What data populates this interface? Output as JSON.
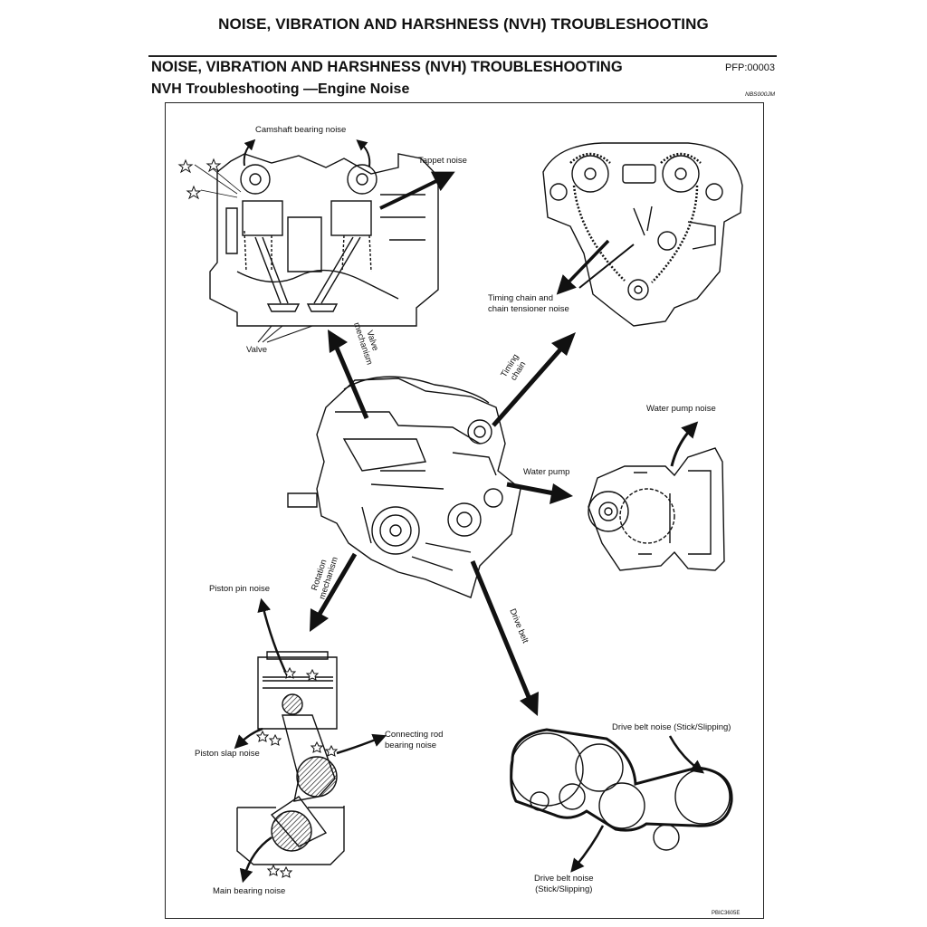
{
  "header": {
    "page_title": "NOISE, VIBRATION AND HARSHNESS (NVH) TROUBLESHOOTING",
    "section_title": "NOISE, VIBRATION AND HARSHNESS (NVH) TROUBLESHOOTING",
    "pfp_code": "PFP:00003",
    "subsection_title": "NVH Troubleshooting —Engine Noise",
    "ref_code": "NBS000JM"
  },
  "labels": {
    "camshaft": "Camshaft bearing noise",
    "tappet": "Tappet noise",
    "valve": "Valve",
    "valve_mech_1": "Valve",
    "valve_mech_2": "mechanism",
    "timing_1": "Timing",
    "timing_2": "chain",
    "timing_chain_noise_1": "Timing chain and",
    "timing_chain_noise_2": "chain tensioner noise",
    "water_pump_noise": "Water pump noise",
    "water_pump": "Water pump",
    "rotation_1": "Rotation",
    "rotation_2": "mechanism",
    "piston_pin": "Piston pin noise",
    "piston_slap": "Piston slap noise",
    "conrod_1": "Connecting rod",
    "conrod_2": "bearing noise",
    "main_bearing": "Main bearing noise",
    "drive_belt": "Drive belt",
    "belt_noise_top": "Drive belt noise (Stick/Slipping)",
    "belt_noise_bottom_1": "Drive belt noise",
    "belt_noise_bottom_2": "(Stick/Slipping)"
  },
  "figure_code": "PBIC3605E"
}
